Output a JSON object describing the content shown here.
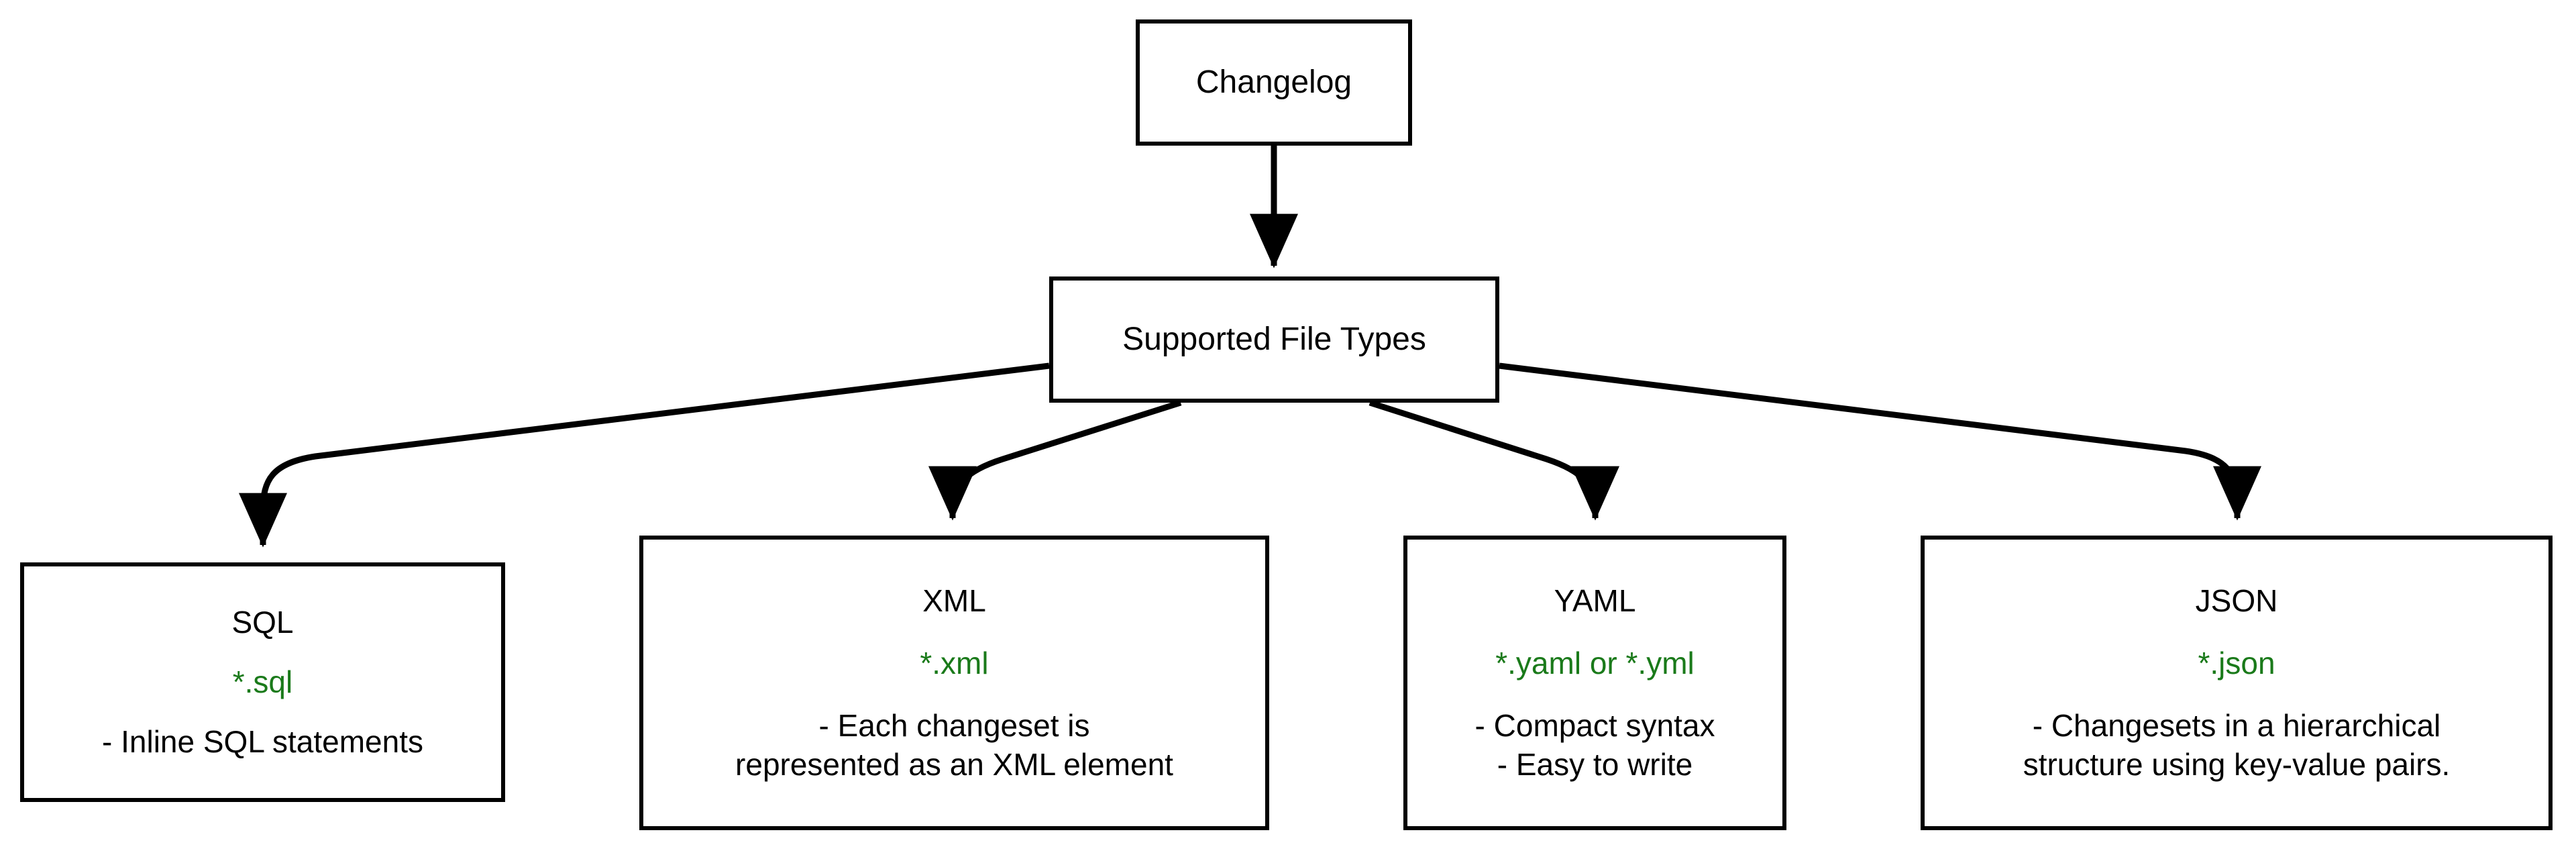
{
  "diagram": {
    "type": "flowchart",
    "direction": "top-down",
    "background_color": "#ffffff",
    "stroke_color": "#000000",
    "accent_color": "#1a7a1a",
    "root": {
      "id": "changelog",
      "label": "Changelog"
    },
    "branch": {
      "id": "supported-file-types",
      "label": "Supported File Types"
    },
    "leaves": [
      {
        "id": "sql",
        "title": "SQL",
        "extension": "*.sql",
        "description_lines": [
          "- Inline SQL statements"
        ]
      },
      {
        "id": "xml",
        "title": "XML",
        "extension": "*.xml",
        "description_lines": [
          "- Each changeset is",
          "represented as an XML element"
        ]
      },
      {
        "id": "yaml",
        "title": "YAML",
        "extension": "*.yaml or *.yml",
        "description_lines": [
          "- Compact syntax",
          "- Easy to write"
        ]
      },
      {
        "id": "json",
        "title": "JSON",
        "extension": "*.json",
        "description_lines": [
          "- Changesets in a hierarchical",
          "structure using key-value pairs."
        ]
      }
    ],
    "edges": [
      {
        "from": "changelog",
        "to": "supported-file-types",
        "style": "straight-arrow"
      },
      {
        "from": "supported-file-types",
        "to": "sql",
        "style": "curved-arrow"
      },
      {
        "from": "supported-file-types",
        "to": "xml",
        "style": "curved-arrow"
      },
      {
        "from": "supported-file-types",
        "to": "yaml",
        "style": "curved-arrow"
      },
      {
        "from": "supported-file-types",
        "to": "json",
        "style": "curved-arrow"
      }
    ]
  }
}
